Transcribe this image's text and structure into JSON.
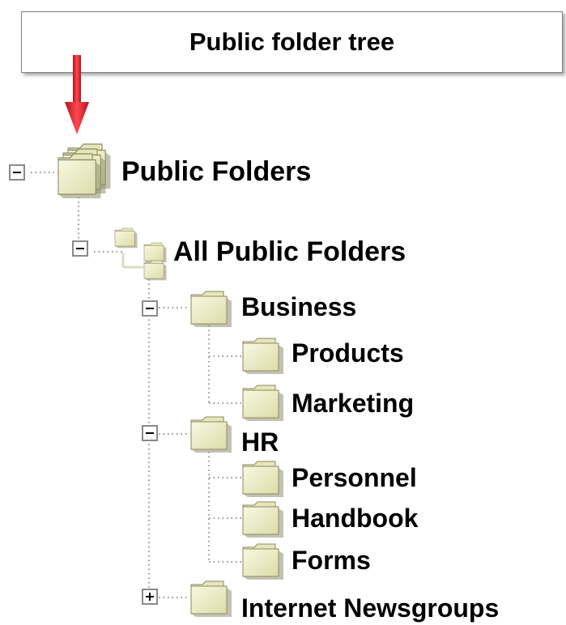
{
  "title": "Public folder tree",
  "tree": {
    "root": "Public Folders",
    "all": "All Public Folders",
    "business": "Business",
    "products": "Products",
    "marketing": "Marketing",
    "hr": "HR",
    "personnel": "Personnel",
    "handbook": "Handbook",
    "forms": "Forms",
    "newsgroups": "Internet Newsgroups"
  },
  "colors": {
    "folder_fill": "#efefc8",
    "folder_stroke": "#7d7d5a",
    "arrow": "#e32226",
    "connector": "#9a9a9a"
  },
  "icons": [
    "minus-expander-icon",
    "plus-expander-icon",
    "folder-icon",
    "folder-stack-icon",
    "down-arrow-icon"
  ]
}
